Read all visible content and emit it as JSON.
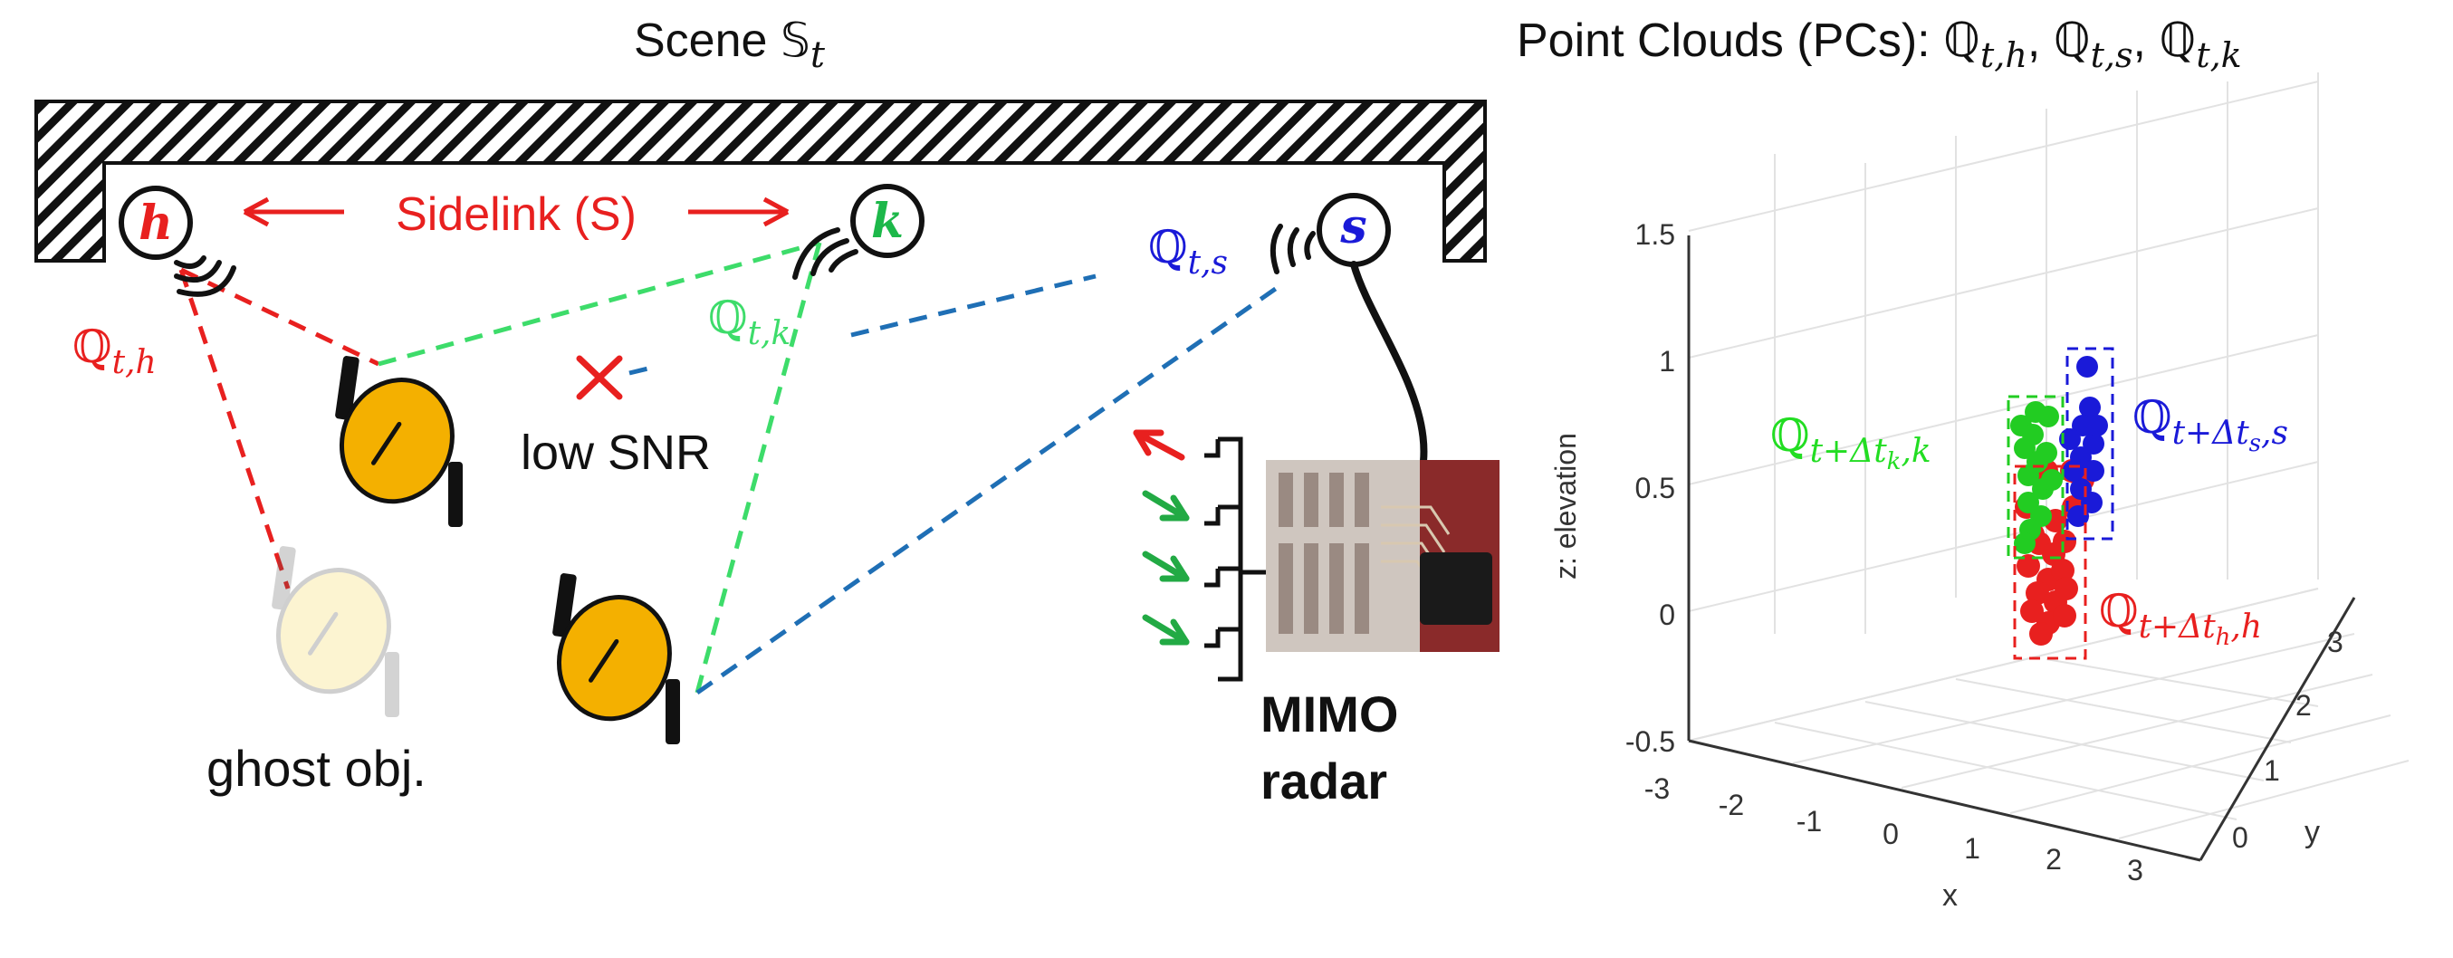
{
  "scene": {
    "title": "Scene 𝕊",
    "title_sub": "t",
    "nodes": {
      "h": "h",
      "k": "k",
      "s": "s"
    },
    "sidelink_label": "Sidelink (S)",
    "pc_labels": {
      "h_main": "ℚ",
      "h_sub": "t,h",
      "k_main": "ℚ",
      "k_sub": "t,k",
      "s_main": "ℚ",
      "s_sub": "t,s"
    },
    "low_snr": "low SNR",
    "ghost": "ghost obj.",
    "radar_line1": "MIMO",
    "radar_line2": "radar"
  },
  "plot": {
    "title": "Point Clouds (PCs): ℚ",
    "title_parts": {
      "sub1": "t,h",
      "sep": ", ℚ",
      "sub2": "t,s",
      "sub3": "t,k"
    },
    "zlabel": "z: elevation",
    "xlabel": "x",
    "ylabel": "y",
    "zticks": [
      "1.5",
      "1",
      "0.5",
      "0",
      "-0.5"
    ],
    "xticks": [
      "-3",
      "-2",
      "-1",
      "0",
      "1",
      "2",
      "3"
    ],
    "yticks": [
      "0",
      "1",
      "2",
      "3"
    ],
    "cluster_labels": {
      "k_main": "ℚ",
      "k_sub": "t+Δt",
      "k_subsub": "k",
      "k_tail": ",k",
      "s_main": "ℚ",
      "s_sub": "t+Δt",
      "s_subsub": "s",
      "s_tail": ",s",
      "h_main": "ℚ",
      "h_sub": "t+Δt",
      "h_subsub": "h",
      "h_tail": ",h"
    }
  },
  "colors": {
    "red": "#e8201f",
    "green": "#22cc22",
    "green_label": "#1db84a",
    "blue": "#1a1ad8",
    "blue_dash": "#1f6fb5",
    "lime_dash": "#3ddc6a",
    "orange": "#f4b000"
  },
  "chart_data": {
    "type": "scatter",
    "title": "Point Clouds (PCs): ℚt,h, ℚt,s, ℚt,k",
    "xlabel": "x",
    "ylabel": "y",
    "zlabel": "z: elevation",
    "xlim": [
      -3,
      3
    ],
    "ylim": [
      0,
      3
    ],
    "zlim": [
      -0.5,
      1.5
    ],
    "series": [
      {
        "name": "ℚt+Δth,h",
        "color": "#e8201f",
        "z_range": [
          -0.1,
          0.55
        ]
      },
      {
        "name": "ℚt+Δtk,k",
        "color": "#22cc22",
        "z_range": [
          0.35,
          0.8
        ]
      },
      {
        "name": "ℚt+Δts,s",
        "color": "#1a1ad8",
        "z_range": [
          0.35,
          0.95
        ]
      }
    ]
  }
}
